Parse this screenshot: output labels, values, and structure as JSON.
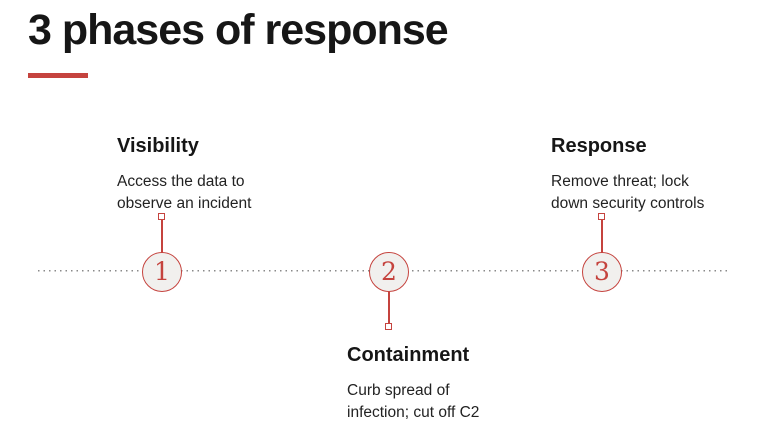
{
  "title": "3 phases of response",
  "colors": {
    "accent": "#c5433e",
    "circle_fill": "#f1f0ee",
    "dotted_line": "#8a8a8a",
    "title_text": "#161616",
    "body_text": "#222222"
  },
  "timeline": {
    "phases": [
      {
        "number": "1",
        "name": "Visibility",
        "description_lines": [
          "Access the data to",
          "observe an incident"
        ],
        "label_position": "above"
      },
      {
        "number": "2",
        "name": "Containment",
        "description_lines": [
          "Curb spread of",
          "infection; cut off C2"
        ],
        "label_position": "below"
      },
      {
        "number": "3",
        "name": "Response",
        "description_lines": [
          "Remove threat; lock",
          "down security controls"
        ],
        "label_position": "above"
      }
    ]
  }
}
